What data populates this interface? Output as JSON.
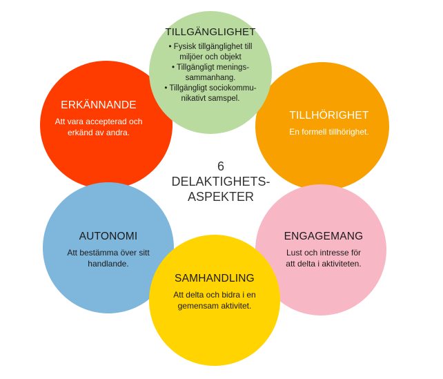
{
  "center": {
    "number": "6",
    "line1": "DELAKTIGHETS-",
    "line2": "ASPEKTER"
  },
  "aspects": {
    "access": {
      "title": "TILLGÄNGLIGHET",
      "lines": [
        "• Fysisk tillgänglighet till",
        "miljöer och objekt",
        "• Tillgängligt menings-",
        "sammanhang.",
        "• Tillgängligt sociokommu-",
        "nikativt samspel."
      ],
      "color": "#b9dba0"
    },
    "recognition": {
      "title": "ERKÄNNANDE",
      "lines": [
        "Att vara accepterad och",
        "erkänd av andra."
      ],
      "color": "#ff3c00"
    },
    "belonging": {
      "title": "TILLHÖRIGHET",
      "lines": [
        "En formell tillhörighet."
      ],
      "color": "#f7a000"
    },
    "autonomy": {
      "title": "AUTONOMI",
      "lines": [
        "Att bestämma över sitt",
        "handlande."
      ],
      "color": "#7eb6dc"
    },
    "engagement": {
      "title": "ENGAGEMANG",
      "lines": [
        "Lust och intresse för",
        "att delta i aktiviteten."
      ],
      "color": "#f8b7c5"
    },
    "coaction": {
      "title": "SAMHANDLING",
      "lines": [
        "Att delta och bidra i en",
        "gemensam aktivitet."
      ],
      "color": "#ffd400"
    }
  }
}
